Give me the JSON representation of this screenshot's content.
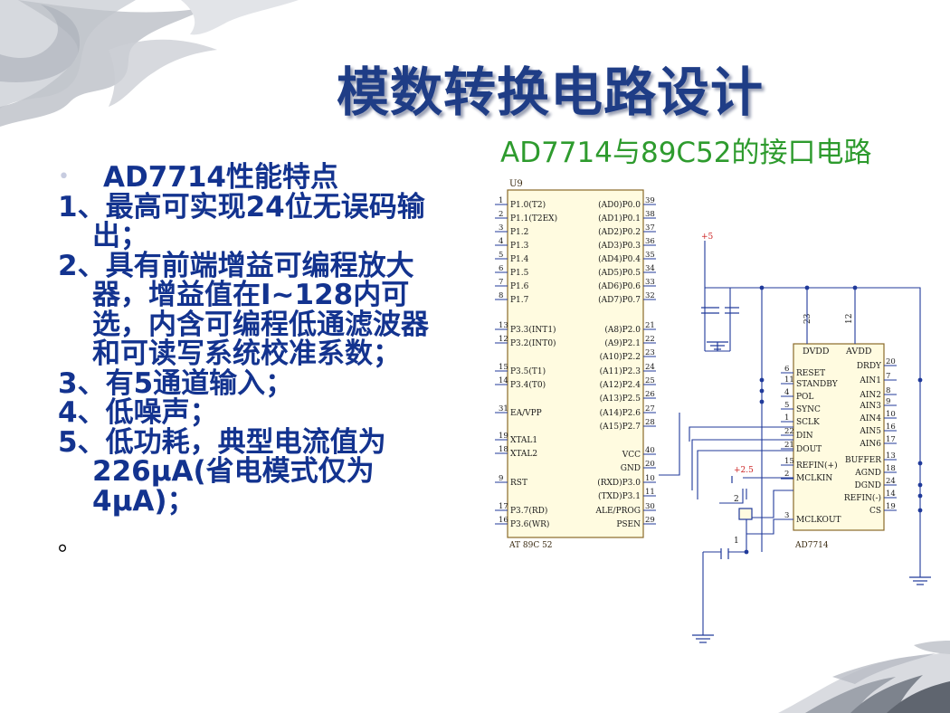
{
  "title": "模数转换电路设计",
  "subtitle": "AD7714与89C52的接口电路",
  "bullet_heading": "AD7714性能特点",
  "features": [
    "1、最高可实现24位无误码输出；",
    "2、具有前端增益可编程放大器，增益值在I~128内可选，内含可编程低通滤波器和可读写系统校准系数；",
    "3、有5通道输入；",
    "4、低噪声；",
    "5、低功耗，典型电流值为226μA(省电模式仅为4μA)；"
  ],
  "trailing_mark": "。",
  "schematic": {
    "mcu": {
      "ref": "U9",
      "part": "AT 89C 52",
      "left_pins": [
        {
          "num": "1",
          "name": "P1.0(T2)"
        },
        {
          "num": "2",
          "name": "P1.1(T2EX)"
        },
        {
          "num": "3",
          "name": "P1.2"
        },
        {
          "num": "4",
          "name": "P1.3"
        },
        {
          "num": "5",
          "name": "P1.4"
        },
        {
          "num": "6",
          "name": "P1.5"
        },
        {
          "num": "7",
          "name": "P1.6"
        },
        {
          "num": "8",
          "name": "P1.7"
        },
        {
          "num": "13",
          "name": "P3.3(INT1)"
        },
        {
          "num": "12",
          "name": "P3.2(INT0)"
        },
        {
          "num": "15",
          "name": "P3.5(T1)"
        },
        {
          "num": "14",
          "name": "P3.4(T0)"
        },
        {
          "num": "31",
          "name": "EA/VPP"
        },
        {
          "num": "19",
          "name": "XTAL1"
        },
        {
          "num": "18",
          "name": "XTAL2"
        },
        {
          "num": "9",
          "name": "RST"
        },
        {
          "num": "17",
          "name": "P3.7(RD)"
        },
        {
          "num": "16",
          "name": "P3.6(WR)"
        }
      ],
      "right_pins": [
        {
          "num": "39",
          "name": "(AD0)P0.0"
        },
        {
          "num": "38",
          "name": "(AD1)P0.1"
        },
        {
          "num": "37",
          "name": "(AD2)P0.2"
        },
        {
          "num": "36",
          "name": "(AD3)P0.3"
        },
        {
          "num": "35",
          "name": "(AD4)P0.4"
        },
        {
          "num": "34",
          "name": "(AD5)P0.5"
        },
        {
          "num": "33",
          "name": "(AD6)P0.6"
        },
        {
          "num": "32",
          "name": "(AD7)P0.7"
        },
        {
          "num": "21",
          "name": "(A8)P2.0"
        },
        {
          "num": "22",
          "name": "(A9)P2.1"
        },
        {
          "num": "23",
          "name": "(A10)P2.2"
        },
        {
          "num": "24",
          "name": "(A11)P2.3"
        },
        {
          "num": "25",
          "name": "(A12)P2.4"
        },
        {
          "num": "26",
          "name": "(A13)P2.5"
        },
        {
          "num": "27",
          "name": "(A14)P2.6"
        },
        {
          "num": "28",
          "name": "(A15)P2.7"
        },
        {
          "num": "40",
          "name": "VCC"
        },
        {
          "num": "20",
          "name": "GND"
        },
        {
          "num": "10",
          "name": "(RXD)P3.0"
        },
        {
          "num": "11",
          "name": "(TXD)P3.1"
        },
        {
          "num": "30",
          "name": "ALE/PROG"
        },
        {
          "num": "29",
          "name": "PSEN"
        }
      ]
    },
    "adc": {
      "part": "AD7714",
      "top_labels": [
        "DVDD",
        "AVDD"
      ],
      "top_pins": [
        "23",
        "12"
      ],
      "left_pins": [
        {
          "num": "6",
          "name": "RESET"
        },
        {
          "num": "11",
          "name": "STANDBY"
        },
        {
          "num": "4",
          "name": "POL"
        },
        {
          "num": "5",
          "name": "SYNC"
        },
        {
          "num": "1",
          "name": "SCLK"
        },
        {
          "num": "22",
          "name": "DIN"
        },
        {
          "num": "21",
          "name": "DOUT"
        },
        {
          "num": "15",
          "name": "REFIN(+)"
        },
        {
          "num": "2",
          "name": "MCLKIN"
        },
        {
          "num": "3",
          "name": "MCLKOUT"
        }
      ],
      "right_pins": [
        {
          "num": "20",
          "name": "DRDY"
        },
        {
          "num": "7",
          "name": "AIN1"
        },
        {
          "num": "8",
          "name": "AIN2"
        },
        {
          "num": "9",
          "name": "AIN3"
        },
        {
          "num": "10",
          "name": "AIN4"
        },
        {
          "num": "16",
          "name": "AIN5"
        },
        {
          "num": "17",
          "name": "AIN6"
        },
        {
          "num": "13",
          "name": "BUFFER"
        },
        {
          "num": "18",
          "name": "AGND"
        },
        {
          "num": "24",
          "name": "DGND"
        },
        {
          "num": "14",
          "name": "REFIN(-)"
        },
        {
          "num": "19",
          "name": "CS"
        }
      ]
    },
    "supply_label": "+5",
    "ref_label": "+2.5",
    "crystal_pins": [
      "2",
      "1"
    ]
  }
}
